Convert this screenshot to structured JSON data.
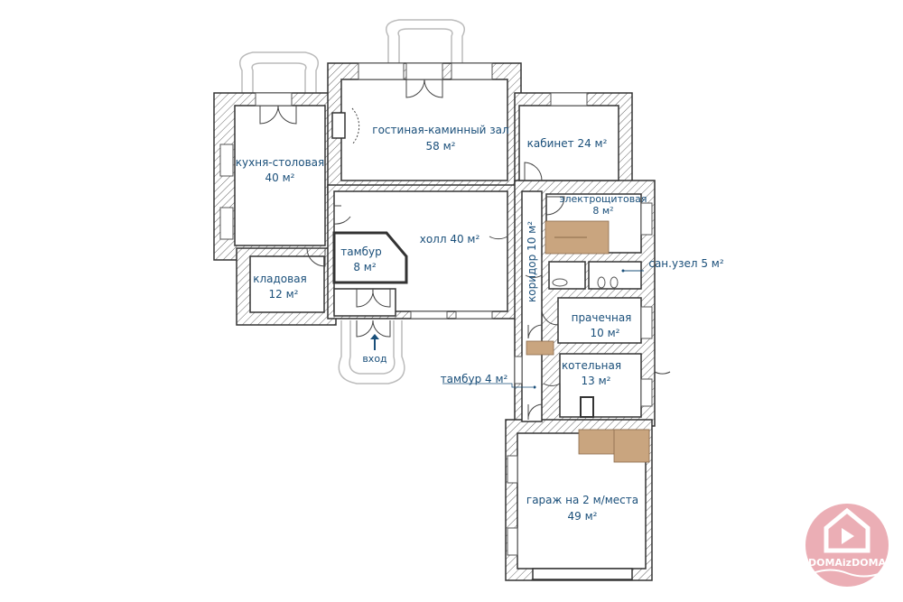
{
  "plan": {
    "rooms": [
      {
        "name": "кухня-столовая",
        "area": "40 м²"
      },
      {
        "name": "гостиная-каминный зал",
        "area": "58 м²"
      },
      {
        "name": "кабинет 24 м²"
      },
      {
        "name": "электрощитовая",
        "area": "8 м²"
      },
      {
        "name": "холл 40 м²"
      },
      {
        "name": "тамбур",
        "area": "8 м²"
      },
      {
        "name": "коридор 10 м²"
      },
      {
        "name": "кладовая",
        "area": "12 м²"
      },
      {
        "name": "сан.узел 5 м²"
      },
      {
        "name": "прачечная",
        "area": "10 м²"
      },
      {
        "name": "котельная",
        "area": "13 м²"
      },
      {
        "name": "тамбур 4 м²"
      },
      {
        "name": "гараж на 2 м/места",
        "area": "49 м²"
      }
    ],
    "entrance_label": "вход"
  },
  "logo": {
    "text": "DOMAizDOMA",
    "color": "#e8a0a8"
  },
  "colors": {
    "label": "#1a4f7a",
    "stairs": "#c9a57f"
  }
}
